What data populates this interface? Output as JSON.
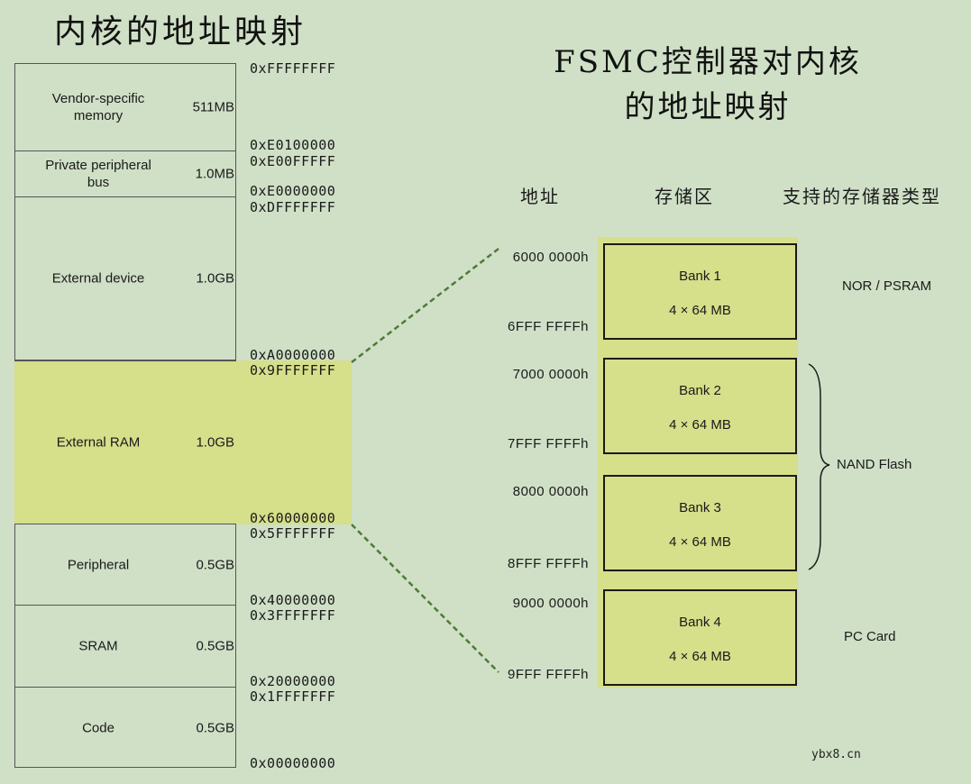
{
  "title_left": "内核的地址映射",
  "title_right_line1": "FSMC控制器对内核",
  "title_right_line2": "的地址映射",
  "regions": [
    {
      "name": "Vendor-specific\nmemory",
      "size": "511MB"
    },
    {
      "name": "Private peripheral\nbus",
      "size": "1.0MB"
    },
    {
      "name": "External device",
      "size": "1.0GB"
    },
    {
      "name": "External RAM",
      "size": "1.0GB"
    },
    {
      "name": "Peripheral",
      "size": "0.5GB"
    },
    {
      "name": "SRAM",
      "size": "0.5GB"
    },
    {
      "name": "Code",
      "size": "0.5GB"
    }
  ],
  "addresses": [
    "0xFFFFFFFF",
    "0xE0100000",
    "0xE00FFFFF",
    "0xE0000000",
    "0xDFFFFFFF",
    "0xA0000000",
    "0x9FFFFFFF",
    "0x60000000",
    "0x5FFFFFFF",
    "0x40000000",
    "0x3FFFFFFF",
    "0x20000000",
    "0x1FFFFFFF",
    "0x00000000"
  ],
  "columns": {
    "address": "地址",
    "storage": "存储区",
    "types": "支持的存储器类型"
  },
  "banks": [
    {
      "name": "Bank 1",
      "size": "4 × 64 MB",
      "start": "6000 0000h",
      "end": "6FFF FFFFh"
    },
    {
      "name": "Bank 2",
      "size": "4 × 64 MB",
      "start": "7000 0000h",
      "end": "7FFF FFFFh"
    },
    {
      "name": "Bank 3",
      "size": "4 × 64 MB",
      "start": "8000 0000h",
      "end": "8FFF FFFFh"
    },
    {
      "name": "Bank 4",
      "size": "4 × 64 MB",
      "start": "9000 0000h",
      "end": "9FFF FFFFh"
    }
  ],
  "types": [
    "NOR / PSRAM",
    "NAND Flash",
    "PC Card"
  ],
  "watermark": "ybx8.cn",
  "colors": {
    "background": "#cfe0c6",
    "highlight": "#d6df8a",
    "connector": "#4f7a3a"
  }
}
